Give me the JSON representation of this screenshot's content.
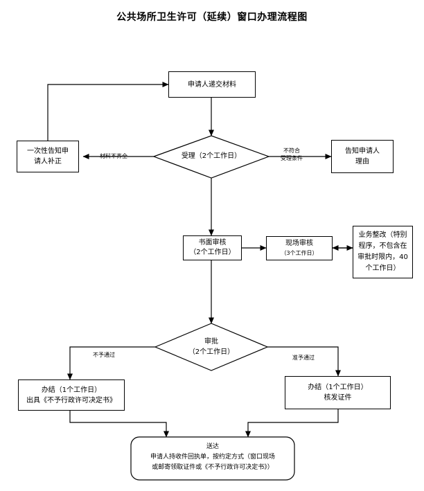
{
  "title": "公共场所卫生许可（延续）窗口办理流程图",
  "nodes": {
    "submit": "申请人递交材料",
    "notify_once": [
      "一次性告知申",
      "请人补正"
    ],
    "accept": "受理（2个工作日）",
    "notify_reason": [
      "告知申请人",
      "理由"
    ],
    "written_review": [
      "书面审核",
      "（2个工作日）"
    ],
    "site_review": [
      "现场审核",
      "（3个工作日）"
    ],
    "rectify": [
      "业务整改（特别",
      "程序，不包含在",
      "审批时限内，40",
      "个工作日）"
    ],
    "approve": [
      "审批",
      "（2个工作日）"
    ],
    "close_reject": [
      "办结（1个工作日）",
      "出具《不予行政许可决定书》"
    ],
    "close_approve": [
      "办结（1个工作日）",
      "核发证件"
    ],
    "deliver": [
      "送达",
      "申请人持收件回执单，按约定方式（窗口现场",
      "或邮寄领取证件或《不予行政许可决定书》）"
    ]
  },
  "edge_labels": {
    "incomplete": "材料不齐全",
    "not_qualified": [
      "不符合",
      "受理条件"
    ],
    "reject": "不予通过",
    "approve": "准予通过"
  }
}
